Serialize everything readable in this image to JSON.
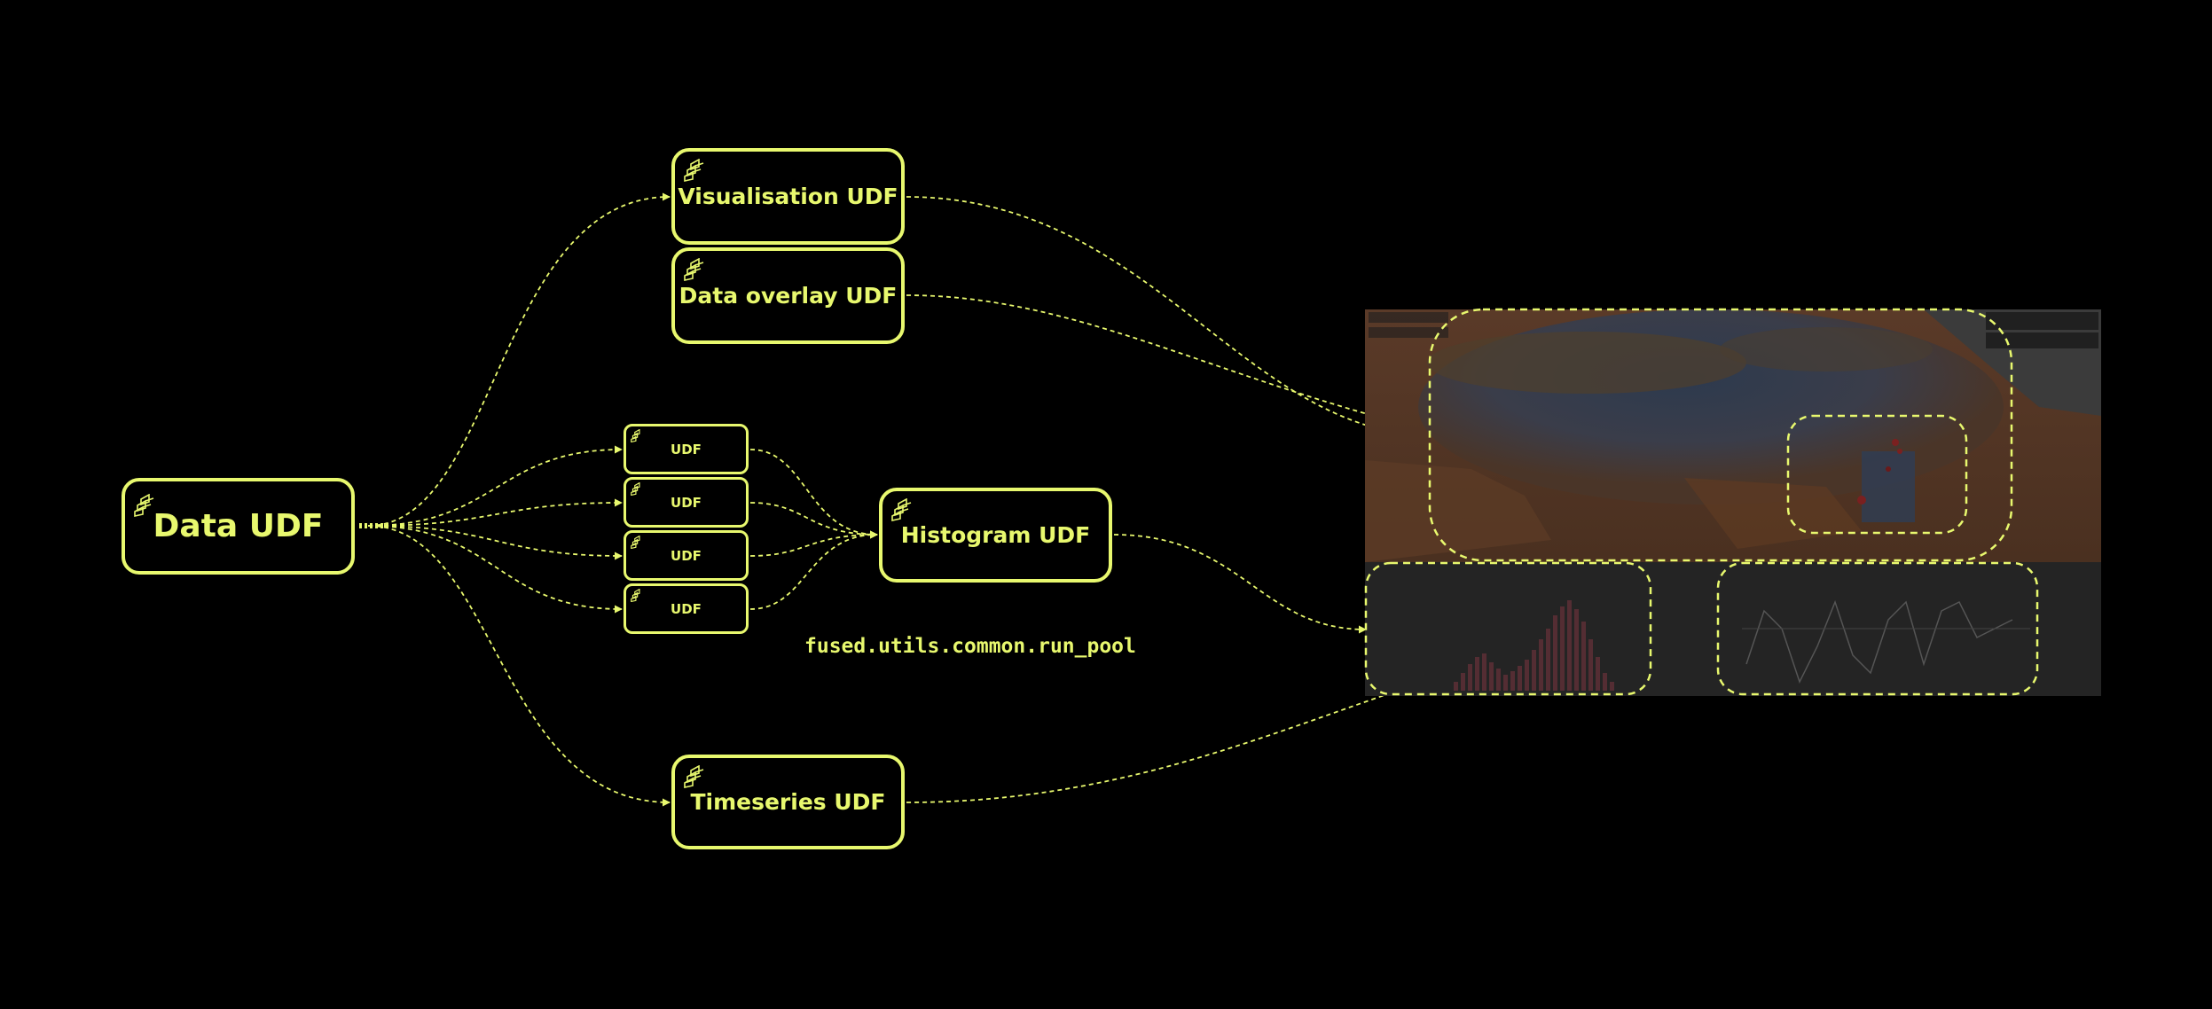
{
  "colors": {
    "accent": "#e8f86e",
    "background": "#000000"
  },
  "icons": {
    "udf_logo": "fused-logo-icon"
  },
  "nodes": {
    "data_udf": "Data UDF",
    "visualisation_udf": "Visualisation UDF",
    "data_overlay_udf": "Data overlay UDF",
    "udf": "UDF",
    "histogram_udf": "Histogram UDF",
    "timeseries_udf": "Timeseries UDF"
  },
  "caption": "fused.utils.common.run_pool"
}
